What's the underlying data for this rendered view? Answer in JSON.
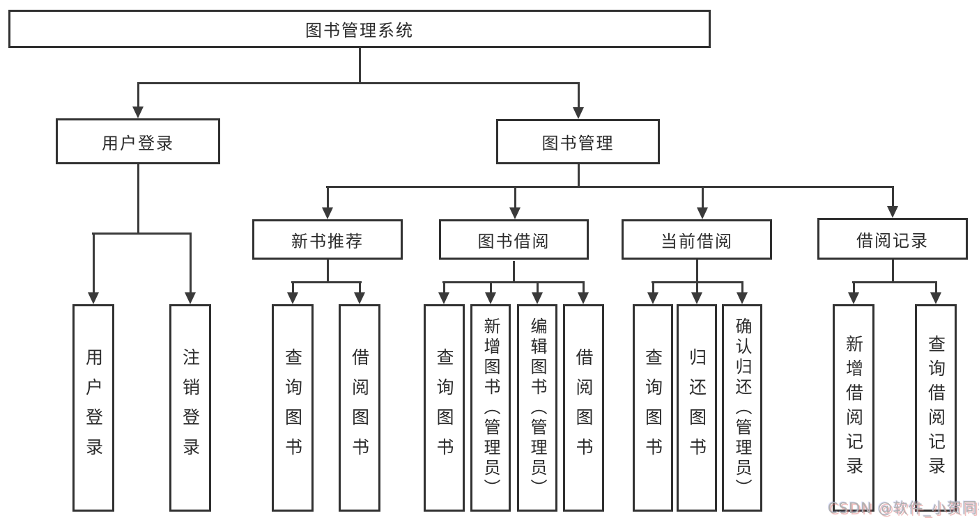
{
  "diagram": {
    "watermark": "CSDN @软件_小贺同学",
    "colors": {
      "line": "#3a3a3a",
      "border": "#313131",
      "text": "#2b2b2b",
      "background": "#ffffff",
      "watermark": "#b0b0b0"
    },
    "tree": {
      "label": "图书管理系统",
      "children": [
        {
          "label": "用户登录",
          "children": [
            {
              "label": "用户登录"
            },
            {
              "label": "注销登录"
            }
          ]
        },
        {
          "label": "图书管理",
          "children": [
            {
              "label": "新书推荐",
              "children": [
                {
                  "label": "查询图书"
                },
                {
                  "label": "借阅图书"
                }
              ]
            },
            {
              "label": "图书借阅",
              "children": [
                {
                  "label": "查询图书"
                },
                {
                  "label": "新增图书（管理员）"
                },
                {
                  "label": "编辑图书（管理员）"
                },
                {
                  "label": "借阅图书"
                }
              ]
            },
            {
              "label": "当前借阅",
              "children": [
                {
                  "label": "查询图书"
                },
                {
                  "label": "归还图书"
                },
                {
                  "label": "确认归还（管理员）"
                }
              ]
            },
            {
              "label": "借阅记录",
              "children": [
                {
                  "label": "新增借阅记录"
                },
                {
                  "label": "查询借阅记录"
                }
              ]
            }
          ]
        }
      ]
    }
  }
}
